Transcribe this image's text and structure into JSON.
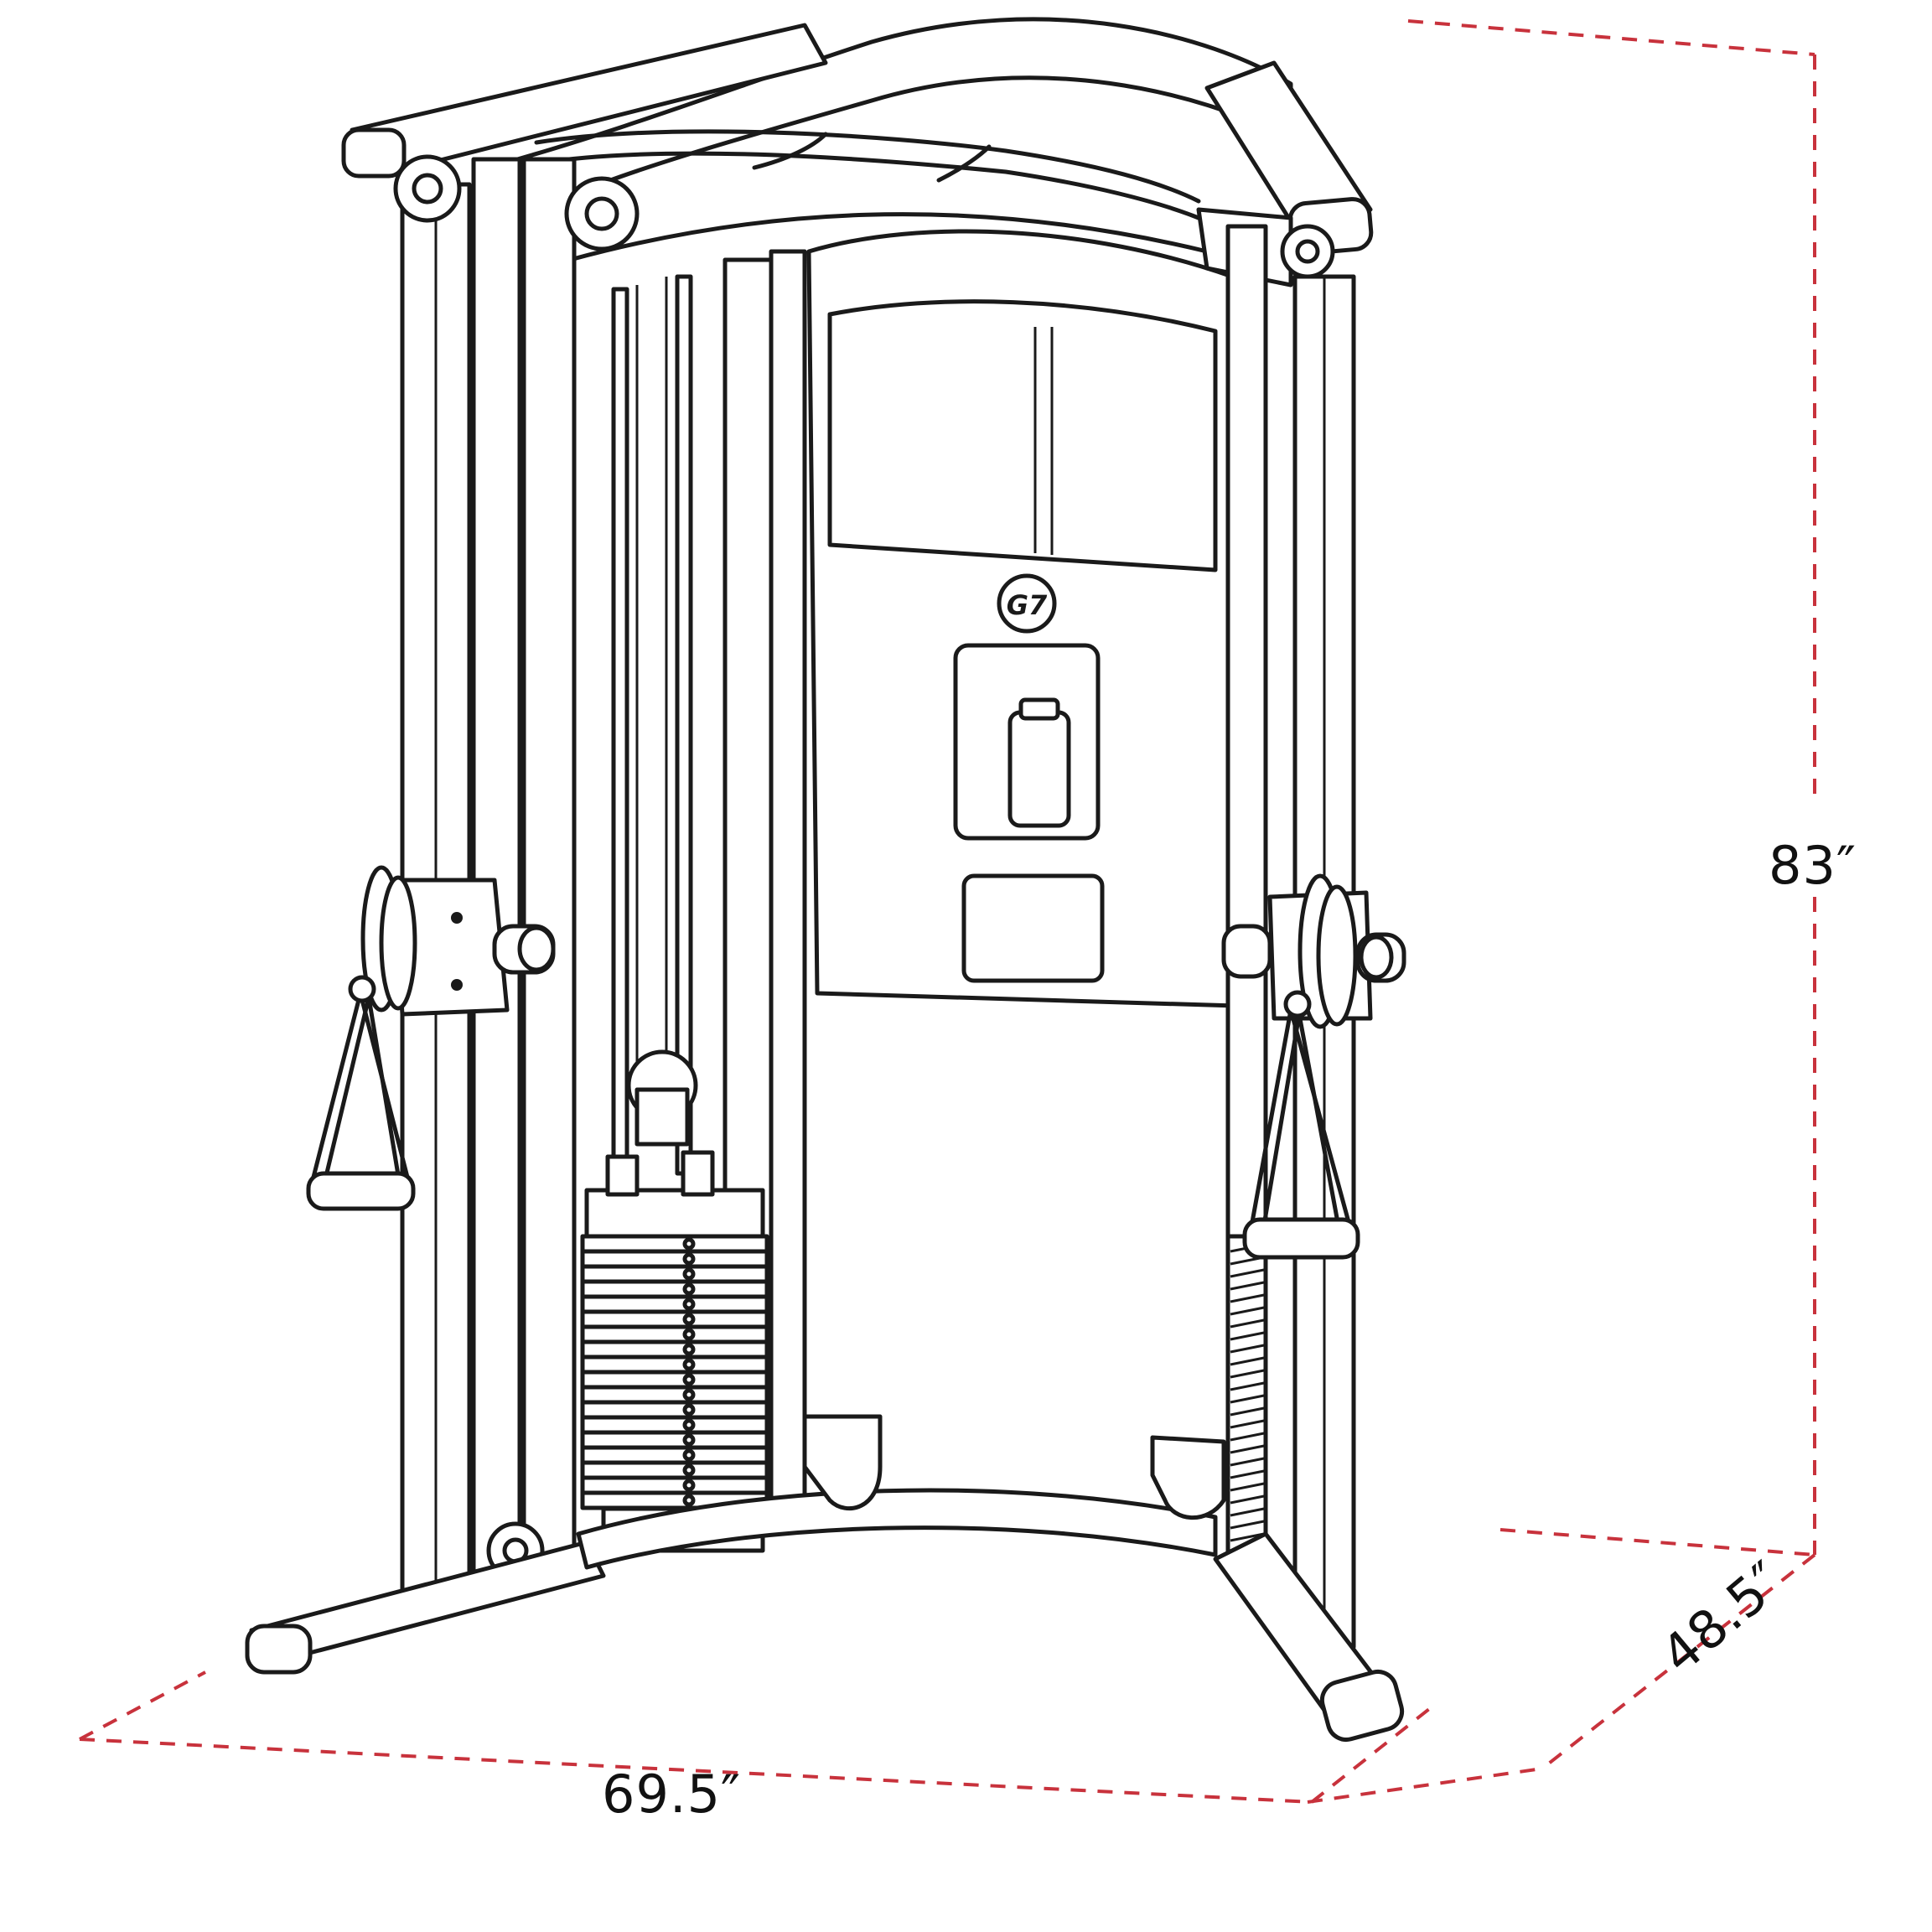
{
  "dimensions": {
    "height": "83″",
    "width": "69.5″",
    "depth": "48.5″"
  },
  "logo": "G7",
  "colors": {
    "dimension_line": "#c8323c",
    "line_art": "#1a1a1a",
    "background": "#ffffff"
  }
}
